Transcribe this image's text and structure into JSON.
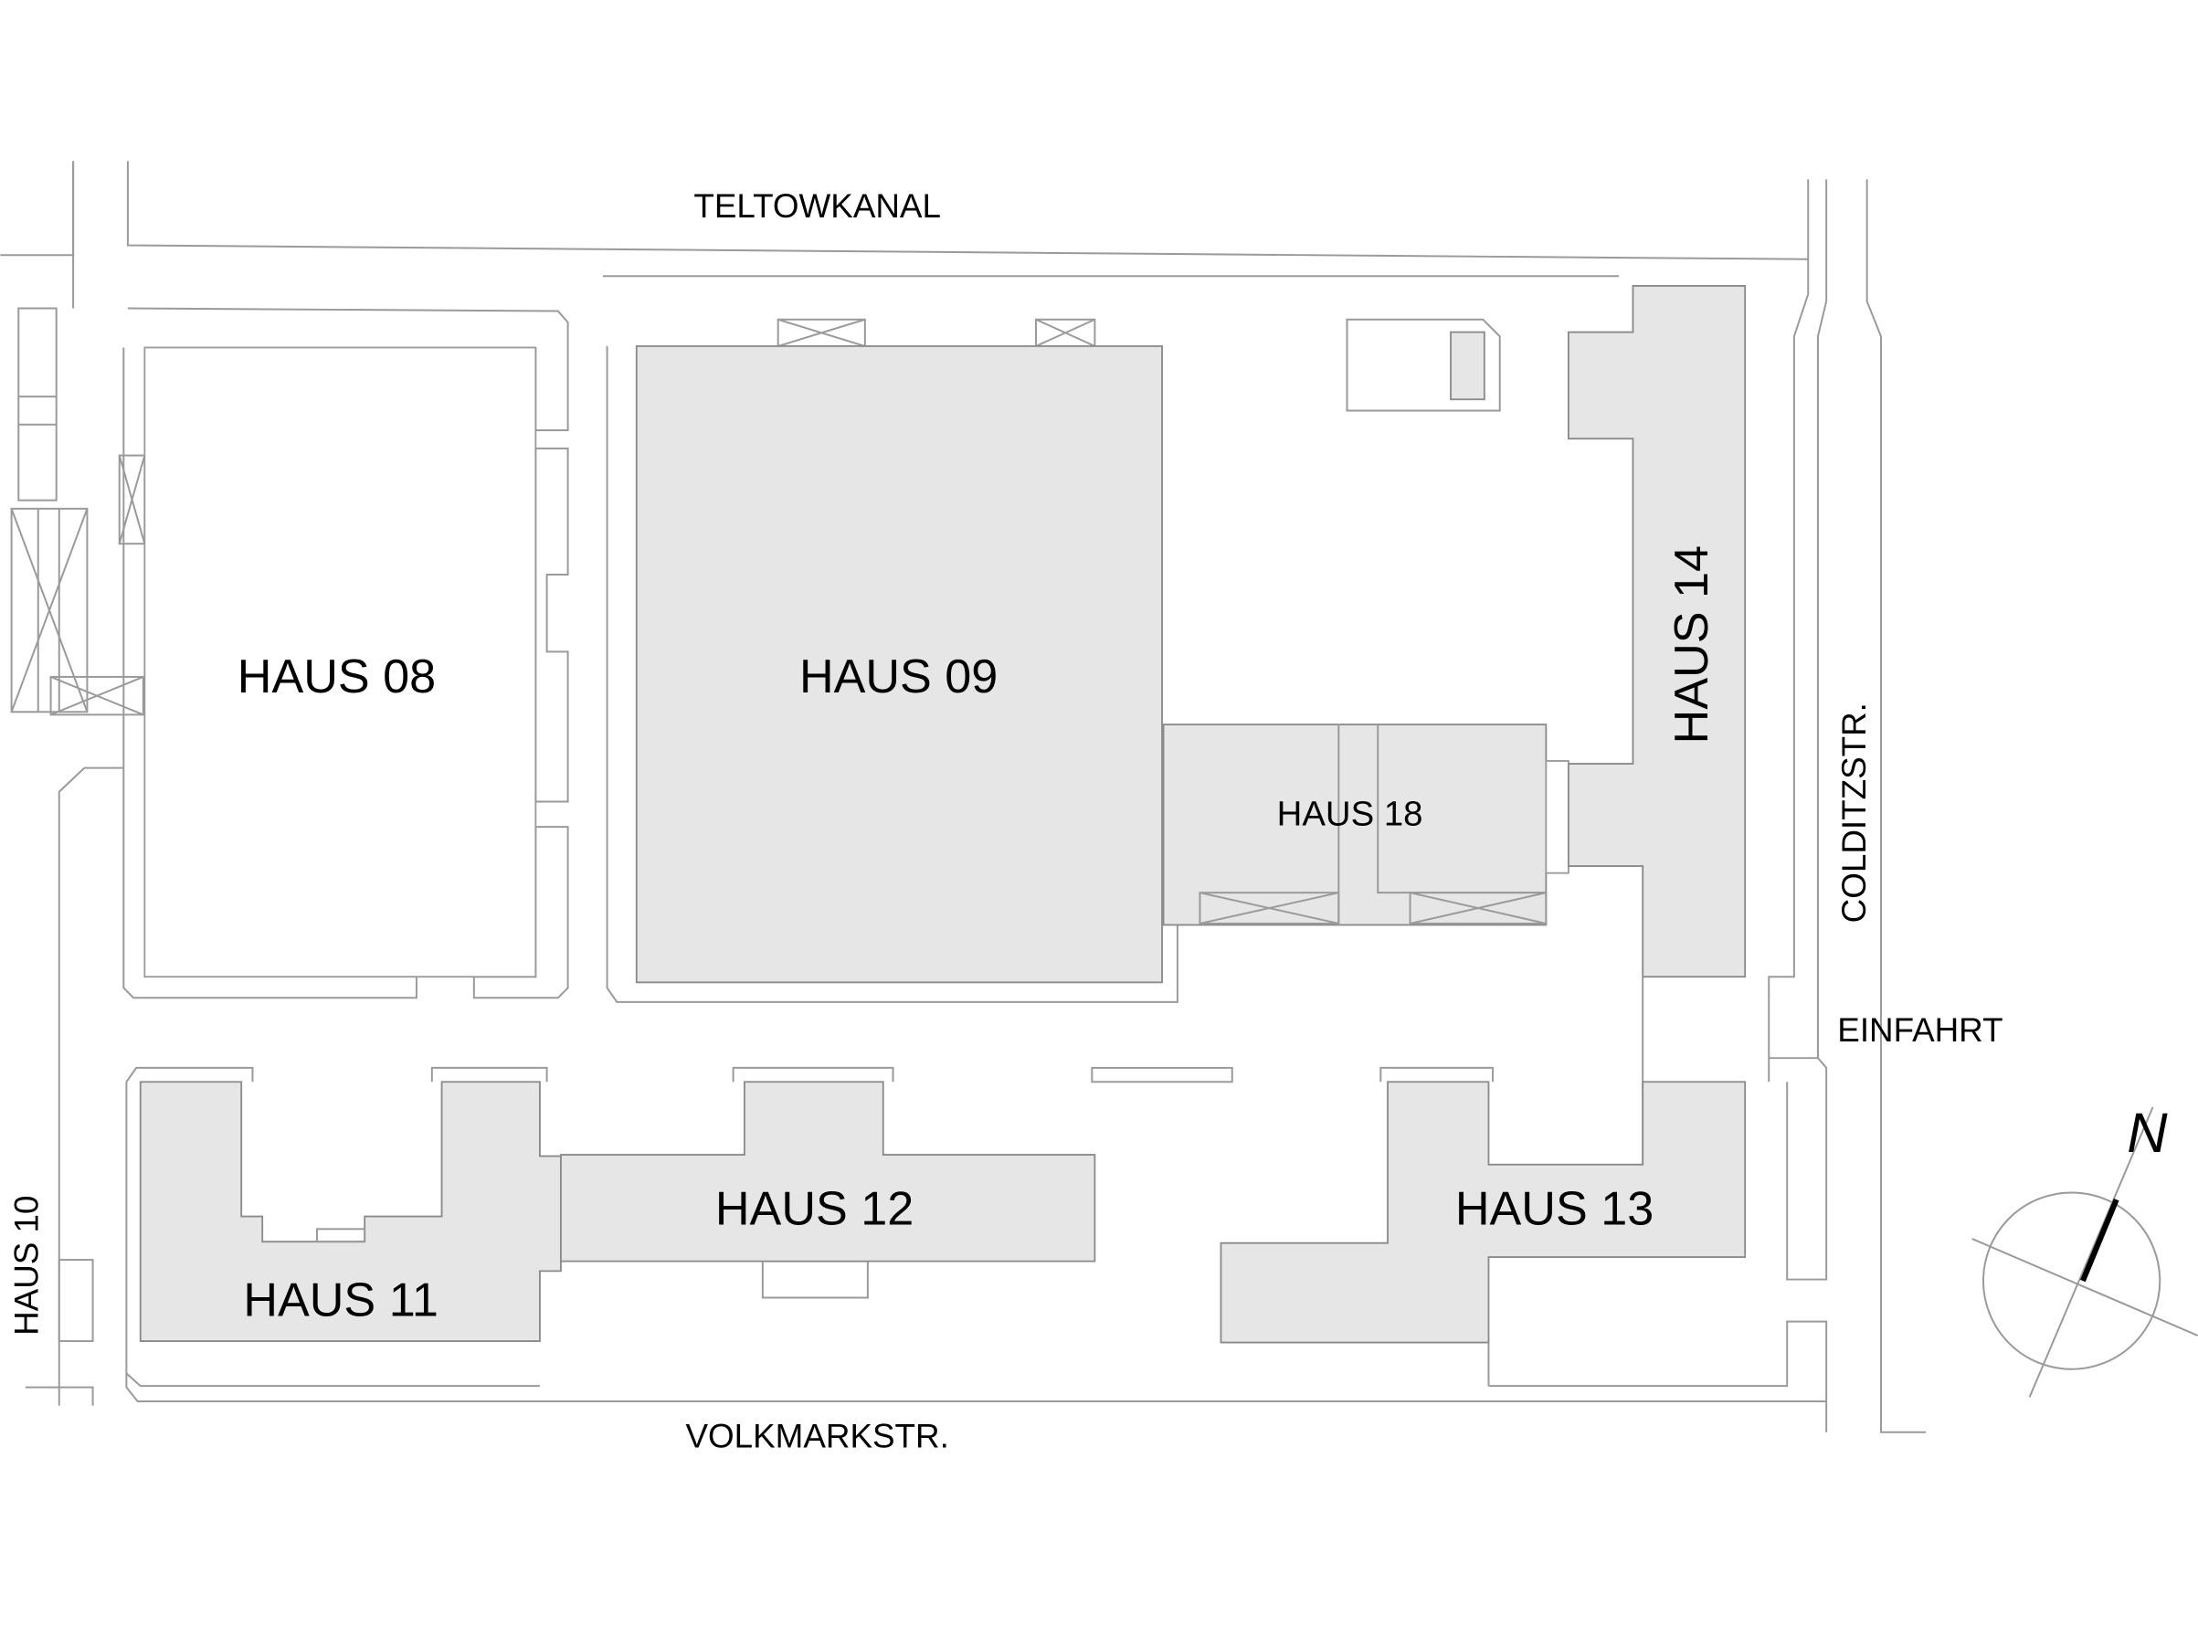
{
  "map": {
    "buildings": {
      "haus08": "HAUS 08",
      "haus09": "HAUS 09",
      "haus10": "HAUS 10",
      "haus11": "HAUS 11",
      "haus12": "HAUS 12",
      "haus13": "HAUS 13",
      "haus14": "HAUS 14",
      "haus18": "HAUS 18"
    },
    "streets": {
      "north": "TELTOWKANAL",
      "east": "COLDITZSTR.",
      "south": "VOLKMARKSTR.",
      "entrance": "EINFAHRT"
    },
    "compass": {
      "label": "N"
    },
    "colors": {
      "building_fill": "#e6e6e6",
      "outline": "#9a9a9a"
    }
  }
}
